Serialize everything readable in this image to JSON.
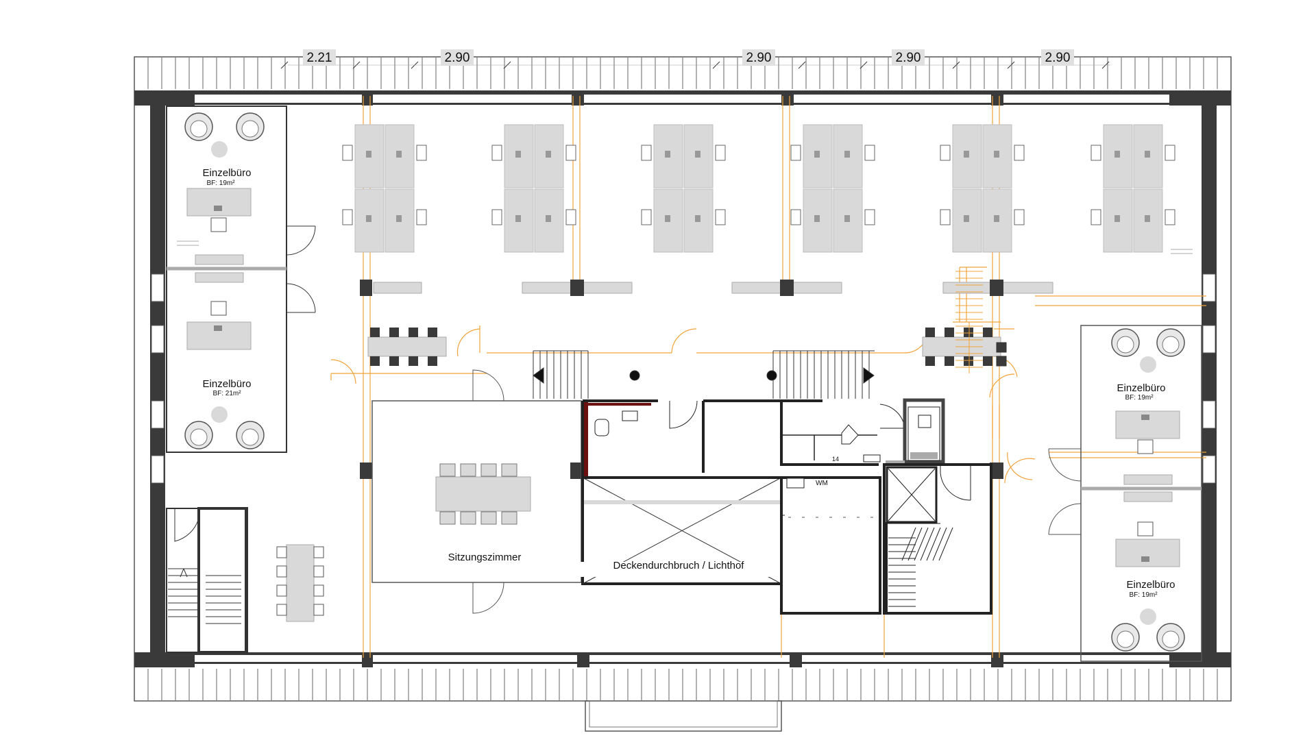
{
  "dimensions": [
    "2.21",
    "2.90",
    "2.90",
    "2.90",
    "2.90"
  ],
  "rooms": {
    "office_nw_1": {
      "name": "Einzelbüro",
      "area": "BF: 19m²"
    },
    "office_nw_2": {
      "name": "Einzelbüro",
      "area": "BF: 21m²"
    },
    "office_e_1": {
      "name": "Einzelbüro",
      "area": "BF: 19m²"
    },
    "office_e_2": {
      "name": "Einzelbüro",
      "area": "BF: 19m²"
    },
    "meeting_room": {
      "name": "Sitzungszimmer"
    },
    "atrium": {
      "name": "Deckendurchbruch / Lichthof"
    }
  },
  "annotations": {
    "washing_machine": "WM",
    "tag": "14"
  },
  "colors": {
    "wall": "#3a3a3a",
    "furniture": "#d9d9d9",
    "structure_line": "#f2a33a",
    "outline": "#555555",
    "red_wall": "#6b0f0f"
  }
}
